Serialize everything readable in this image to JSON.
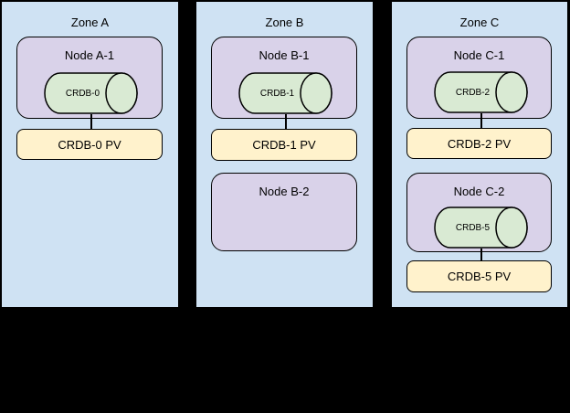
{
  "diagram": {
    "background": "#000000",
    "colors": {
      "zone_fill": "#cfe2f3",
      "node_fill": "#d9d2e9",
      "cylinder_fill": "#d9ead3",
      "pv_fill": "#fff2cc",
      "border": "#000000",
      "text": "#000000"
    },
    "zones": [
      {
        "title": "Zone A",
        "nodes": [
          {
            "label": "Node A-1",
            "cylinder_label": "CRDB-0",
            "pv_label": "CRDB-0 PV"
          }
        ]
      },
      {
        "title": "Zone B",
        "nodes": [
          {
            "label": "Node B-1",
            "cylinder_label": "CRDB-1",
            "pv_label": "CRDB-1 PV"
          },
          {
            "label": "Node B-2"
          }
        ]
      },
      {
        "title": "Zone C",
        "nodes": [
          {
            "label": "Node C-1",
            "cylinder_label": "CRDB-2",
            "pv_label": "CRDB-2 PV"
          },
          {
            "label": "Node C-2",
            "cylinder_label": "CRDB-5",
            "pv_label": "CRDB-5 PV"
          }
        ]
      }
    ]
  }
}
